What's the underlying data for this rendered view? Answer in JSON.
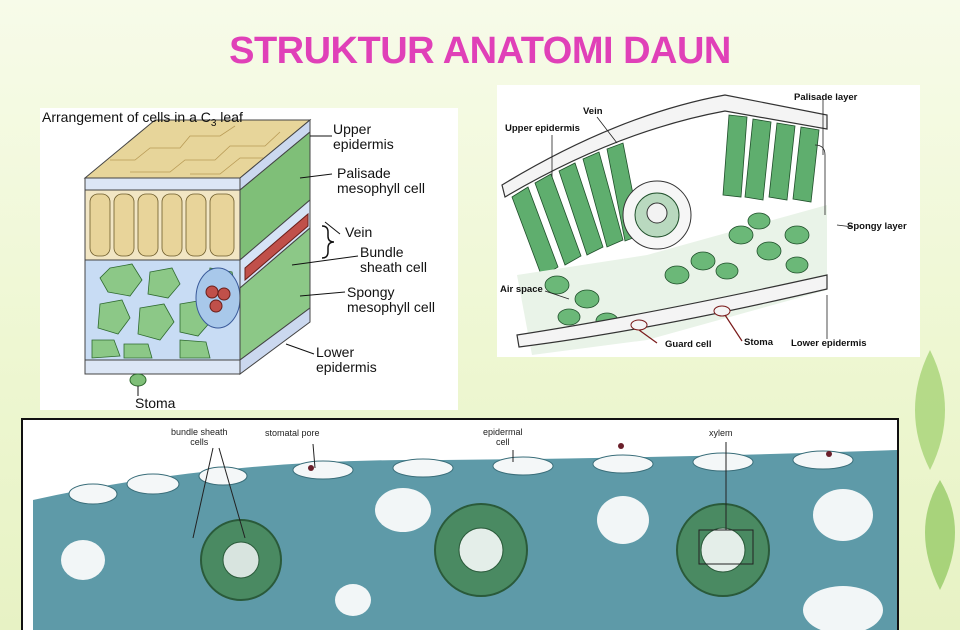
{
  "title": "STRUKTUR ANATOMI DAUN",
  "panel1": {
    "heading": "Arrangement of cells in a C",
    "heading_sub": "3",
    "heading_suffix": " leaf",
    "labels": {
      "upper_epidermis_1": "Upper",
      "upper_epidermis_2": "epidermis",
      "palisade_1": "Palisade",
      "palisade_2": "mesophyll cell",
      "vein": "Vein",
      "bundle_1": "Bundle",
      "bundle_2": "sheath cell",
      "spongy_1": "Spongy",
      "spongy_2": "mesophyll cell",
      "lower_1": "Lower",
      "lower_2": "epidermis",
      "stoma": "Stoma"
    }
  },
  "panel2": {
    "labels": {
      "vein": "Vein",
      "upper_epidermis": "Upper epidermis",
      "palisade_layer": "Palisade layer",
      "spongy_layer": "Spongy layer",
      "air_space": "Air space",
      "guard_cell": "Guard cell",
      "stoma": "Stoma",
      "lower_epidermis": "Lower epidermis"
    }
  },
  "panel3": {
    "labels": {
      "bundle_sheath_1": "bundle sheath",
      "bundle_sheath_2": "cells",
      "stomatal_pore": "stomatal pore",
      "epidermal_1": "epidermal",
      "epidermal_2": "cell",
      "xylem": "xylem"
    }
  },
  "colors": {
    "title": "#e040b8",
    "palisade": "#e6d3a0",
    "vein_red": "#c0504a",
    "spongy_green": "#6db36a",
    "epidermis_blue": "#c8d8f0",
    "micro_teal": "#5e9aa8"
  }
}
